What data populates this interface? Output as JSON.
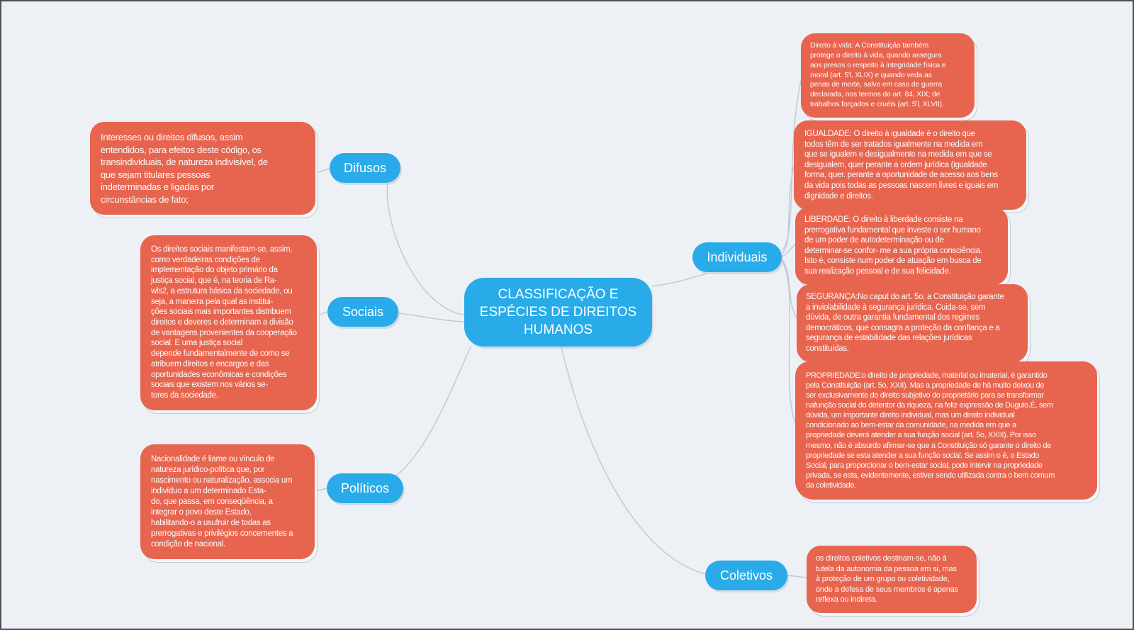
{
  "title": "CLASSIFICAÇÃO E\nESPÉCIES DE DIREITOS\nHUMANOS",
  "colors": {
    "background": "#edf1f5",
    "frame_border": "#4a5157",
    "node_blue": "#29abe9",
    "note_salmon": "#e7654f",
    "connector_gray": "#c3cad1",
    "text_white": "#ffffff"
  },
  "branches": {
    "difusos": {
      "label": "Difusos",
      "note": "Interesses ou direitos difusos, assim\nentendidos, para efeitos deste código, os\ntransindividuais, de natureza indivisível, de\nque sejam titulares pessoas\nindeterminadas e ligadas por\ncircunstâncias de fato;"
    },
    "sociais": {
      "label": "Sociais",
      "note": "Os direitos sociais manifestam-se, assim,\ncomo verdadeiras condições de\nimplementação do objeto primário da\njustiça social, que é, na teoria de Ra-\nwls2, a estrutura básica da sociedade, ou\nseja, a maneira pela qual as institui-\nções sociais mais importantes distribuem\ndireitos e deveres e determinam a divisão\nde vantagens provenientes da cooperação\nsocial. E uma justiça social\ndepende fundamentalmente de como se\natribuem direitos e encargos e das\noportunidades econômicas e condições\nsociais que existem nos vários se-\ntores da sociedade."
    },
    "politicos": {
      "label": "Políticos",
      "note": "Nacionalidade é liame ou vínculo de\nnatureza jurídico-política que, por\nnascimento ou naturalização, associa um\nindivíduo a um determinado Esta-\ndo, que passa, em conseqüência, a\nintegrar o povo deste Estado,\nhabilitando-o a usufruir de todas as\nprerrogativas e privilégios concernentes a\ncondição de nacional."
    },
    "individuais": {
      "label": "Individuais",
      "notes": {
        "vida": "Direito á vida: A Constituição também\nprotege o direito à vida, quando assegura\naos presos o respeito à integridade física e\nmoral (art. 5'l, XLIX) e quando veda  as\npenas de morte, salvo em caso de guerra\ndeclarada, nos termos do art. 84, XIX; de\ntrabalhos forçados e cruéis (art. 5'l, XLVII).",
        "igualdade": "IGUALDADE: O direito à igualdade é o direito que\ntodos têm de ser tratados igualmente na medida em\nque se igualem e desigualmente na medida em que se\ndesigualem, quer perante a ordem jurídica (igualdade\nforma, quer. perante a oportunidade de acesso aos bens\nda vida  pois todas as pessoas nascem livres e iguais em\ndignidade e direitos.",
        "liberdade": "LIBERDADE: O direito à liberdade consiste na\nprerrogativa fundamental que investe o ser humano\nde um poder de autodeterminação ou de\ndeterminar-se confor- me a sua própria consciência.\nIsto é, consiste num poder de atuação em busca de\nsua realização pessoal e de sua felicidade.",
        "seguranca": "SEGURANÇA:No caput do art. 5o, a Constituição garante\na inviolabilidade à segurança jurídica. Cuida-se, sem\ndúvida, de outra garantia fundamental dos regimes\ndemocráticos, que consagra a proteção da confiança e a\nsegurança de estabilidade das relações jurídicas\nconstituídas.",
        "propriedade": "PROPRIEDADE:o direito de propriedade, material ou imaterial, é garantido\npela Constituição (art. 5o, XXII). Mas a propriedade de há muito deixou de\nser exclusivamente do direito subjetivo do proprietário para se transformar\nnafunção social do detentor da riqueza, na feliz expressão de Duguio.É, sem\ndúvida, um importante direito individual, mas um direito individual\ncondicionado ao bem-estar da comunidade, na medida em que a\npropriedade deverá atender a sua função social (art. 5o, XXIII). Por isso\nmesmo, não é absurdo afirmar-se que a Constituição só garante o direito de\npropriedade se esta atender a sua função social. Se assim o é, o Estado\nSocial, para proporcionar o bem-estar social, pode intervir na propriedade\nprivada, se esta, evidentemente, estiver sendo utilizada contra o bem comum\nda coletividade."
      }
    },
    "coletivos": {
      "label": "Coletivos",
      "note": "os direitos coletivos destinam-se, não à\ntutela da autonomia da pessoa em si, mas\nà proteção de um grupo ou coletividade,\nonde a defesa de seus membros é apenas\nreflexa ou indireta."
    }
  }
}
